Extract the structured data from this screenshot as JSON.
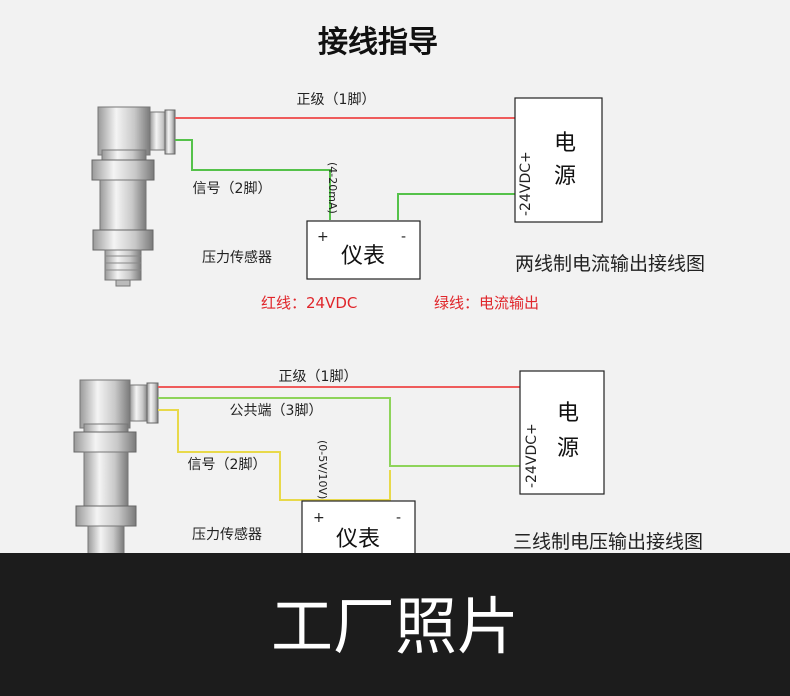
{
  "title": "接线指导",
  "diagram1": {
    "wire_positive": "正级（1脚）",
    "wire_signal": "信号（2脚）",
    "signal_range": "(4-20mA)",
    "sensor_label": "压力传感器",
    "meter_label": "仪表",
    "meter_plus": "+",
    "meter_minus": "-",
    "power_voltage": "-24VDC+",
    "power_label_1": "电",
    "power_label_2": "源",
    "caption": "两线制电流输出接线图",
    "note_red": "红线：24VDC",
    "note_green": "绿线：电流输出"
  },
  "diagram2": {
    "wire_positive": "正级（1脚）",
    "wire_common": "公共端（3脚）",
    "wire_signal": "信号（2脚）",
    "signal_range": "(0-5V/10V)",
    "sensor_label": "压力传感器",
    "meter_label": "仪表",
    "meter_plus": "+",
    "meter_minus": "-",
    "power_voltage": "-24VDC+",
    "power_label_1": "电",
    "power_label_2": "源",
    "caption": "三线制电压输出接线图"
  },
  "banner": {
    "text": "工厂照片",
    "background": "#1c1c1c"
  },
  "colors": {
    "red_wire": "#ef5b5b",
    "green_wire": "#55c24a",
    "yellow_wire": "#e8d94a",
    "note_red": "#e0262b"
  }
}
